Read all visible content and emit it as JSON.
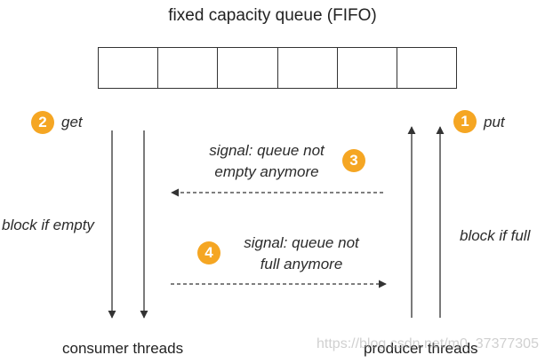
{
  "title": "fixed capacity queue (FIFO)",
  "queue": {
    "slot_count": 6
  },
  "steps": {
    "put": {
      "number": "1",
      "label": "put"
    },
    "get": {
      "number": "2",
      "label": "get"
    },
    "signal_not_empty": {
      "number": "3",
      "line1": "signal: queue not",
      "line2": "empty anymore"
    },
    "signal_not_full": {
      "number": "4",
      "line1": "signal: queue not",
      "line2": "full anymore"
    }
  },
  "block_if_empty": "block if empty",
  "block_if_full": "block if full",
  "consumer_label": "consumer threads",
  "producer_label": "producer threads",
  "watermark": "https://blog.csdn.net/m0_37377305",
  "colors": {
    "badge": "#f5a623",
    "line": "#333333"
  }
}
